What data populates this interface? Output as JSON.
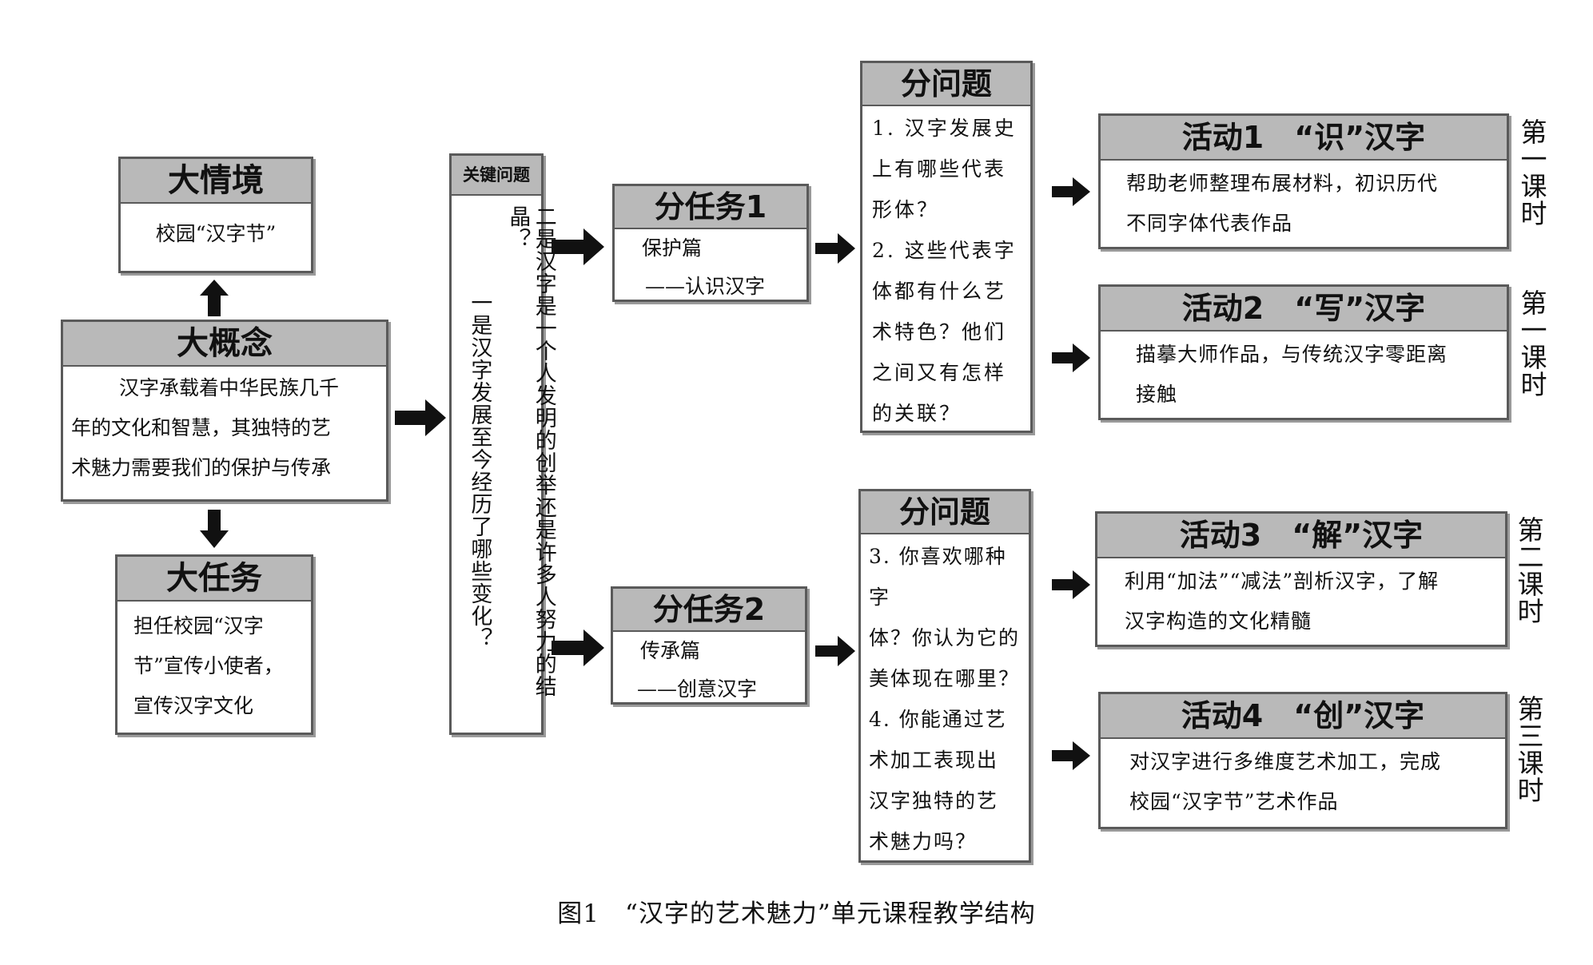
{
  "big_context": {
    "title": "大情境",
    "text": "校园“汉字节”"
  },
  "big_concept": {
    "title": "大概念",
    "lines": [
      "汉字承载着中华民族几千",
      "年的文化和智慧，其独特的艺",
      "术魅力需要我们的保护与传承"
    ]
  },
  "big_task": {
    "title": "大任务",
    "lines": [
      "担任校园“汉字",
      "节”宣传小使者，",
      "宣传汉字文化"
    ]
  },
  "key_question": {
    "title": "关键问题",
    "col_right": "二是汉字是一个人发明的创举还是许多人努力的结晶？",
    "col_left": "一是汉字发展至今经历了哪些变化？"
  },
  "subtask1": {
    "title": "分任务1",
    "line1": "保护篇",
    "line2": "——认识汉字"
  },
  "subtask2": {
    "title": "分任务2",
    "line1": "传承篇",
    "line2": "——创意汉字"
  },
  "subq1": {
    "title": "分问题",
    "lines": [
      "1. 汉字发展史",
      "上有哪些代表",
      "形体？",
      "2. 这些代表字",
      "体都有什么艺",
      "术特色？他们",
      "之间又有怎样",
      "的关联？"
    ]
  },
  "subq2": {
    "title": "分问题",
    "lines": [
      "3. 你喜欢哪种字",
      "体？你认为它的",
      "美体现在哪里？",
      "4. 你能通过艺",
      "术加工表现出",
      "汉字独特的艺",
      "术魅力吗？"
    ]
  },
  "activities": [
    {
      "title": "活动1　“识”汉字",
      "lines": [
        "帮助老师整理布展材料，初识历代",
        "不同字体代表作品"
      ],
      "lesson": "第一课时"
    },
    {
      "title": "活动2　“写”汉字",
      "lines": [
        "描摹大师作品，与传统汉字零距离",
        "接触"
      ],
      "lesson": "第一课时"
    },
    {
      "title": "活动3　“解”汉字",
      "lines": [
        "利用“加法”“减法”剖析汉字，了解",
        "汉字构造的文化精髓"
      ],
      "lesson": "第二课时"
    },
    {
      "title": "活动4　“创”汉字",
      "lines": [
        "对汉字进行多维度艺术加工，完成",
        "校园“汉字节”艺术作品"
      ],
      "lesson": "第三课时"
    }
  ],
  "caption": "图1　“汉字的艺术魅力”单元课程教学结构"
}
